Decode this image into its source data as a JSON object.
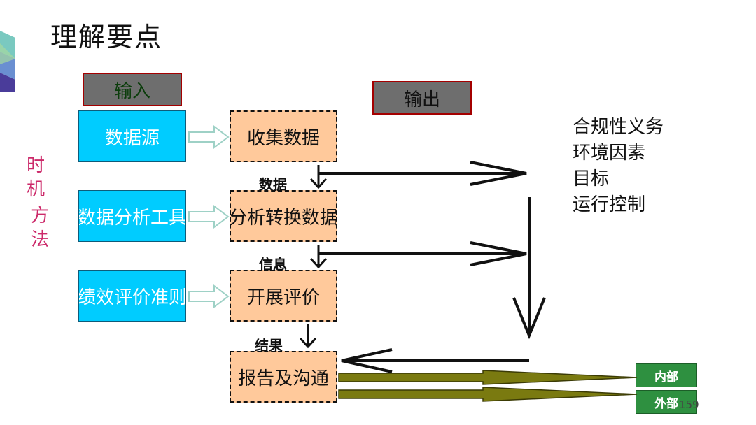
{
  "title": "理解要点",
  "headers": {
    "input": "输入",
    "output": "输出"
  },
  "inputs": [
    "数据源",
    "数据分析工具",
    "绩效评价准则"
  ],
  "processes": [
    "收集数据",
    "分析转换数据",
    "开展评价",
    "报告及沟通"
  ],
  "flow_labels": [
    "数据",
    "信息",
    "结果"
  ],
  "side_labels": {
    "timing": "时机",
    "method": "方法"
  },
  "outputs": [
    "合规性义务",
    "环境因素",
    "目标",
    "运行控制"
  ],
  "audience": {
    "internal": "内部",
    "external": "外部"
  },
  "page_number": "159",
  "colors": {
    "input_box": "#00ccff",
    "process_box": "#ffc99b",
    "side_text": "#cc2a6a",
    "audience_badge": "#2e9040",
    "report_arrow": "#7a7a10"
  }
}
